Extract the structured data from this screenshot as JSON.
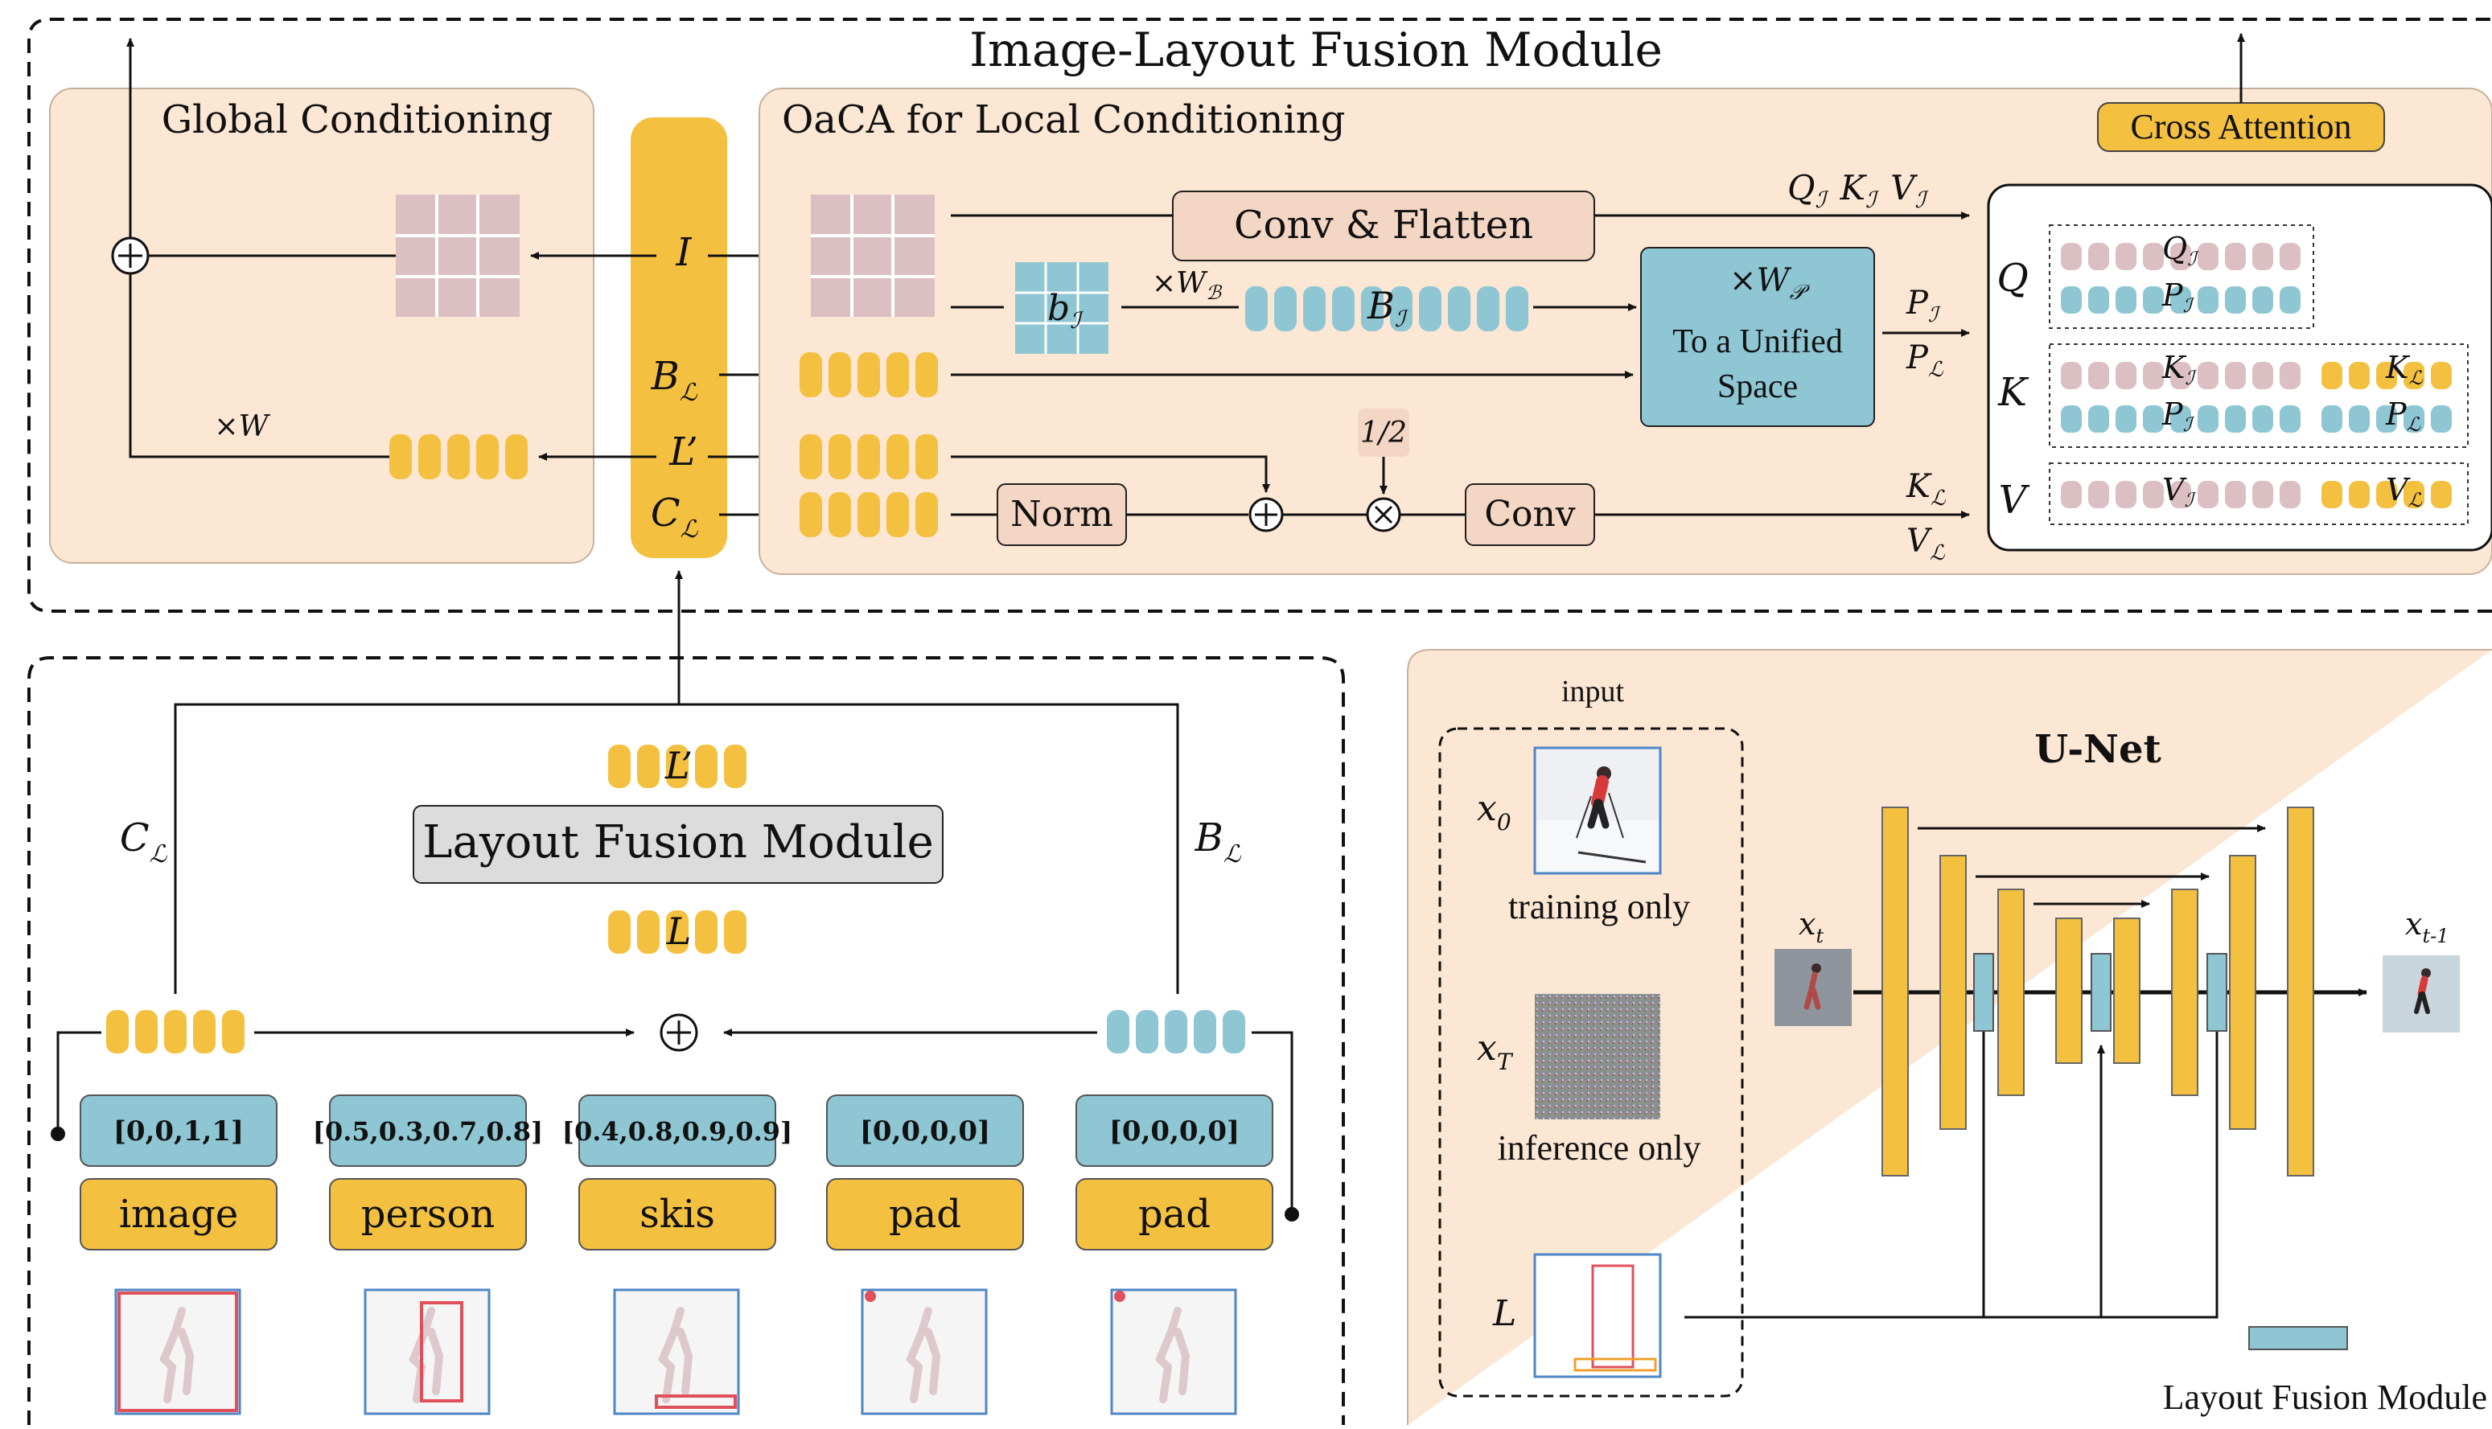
{
  "colors": {
    "yellow": "#f4c040",
    "blue": "#8ec6d4",
    "pink": "#dcbfc2",
    "panel": "#fbe7d4",
    "opbox": "#f3d6c3",
    "gray": "#dcdcdc",
    "red": "#e0505a",
    "frame_blue": "#4f86c6",
    "black": "#111111"
  },
  "top": {
    "title": "Image-Layout Fusion Module",
    "global_title": "Global Conditioning",
    "oaca_title": "OaCA for Local Conditioning",
    "cross_attention": "Cross Attention",
    "conv_flatten": "Conv & Flatten",
    "unified_weight": "×W",
    "unified_weight_sub": "𝒫",
    "unified_line1": "To a Unified",
    "unified_line2": "Space",
    "norm": "Norm",
    "conv": "Conv",
    "half": "1/2",
    "times_W": "×W",
    "times_WB": "×W",
    "times_WB_sub": "ℬ",
    "center": {
      "I": "I",
      "B": "B",
      "B_sub": "ℒ",
      "L_prime": "L’",
      "C": "C",
      "C_sub": "ℒ"
    },
    "b_small": "b",
    "b_small_sub": "ℐ",
    "B_I": "B",
    "B_I_sub": "ℐ",
    "qkv_top": {
      "Q": "Q",
      "Q_sub": "ℐ",
      "K": "K",
      "K_sub": "ℐ",
      "V": "V",
      "V_sub": "ℐ"
    },
    "p_out": {
      "P1": "P",
      "P1_sub": "ℐ",
      "P2": "P",
      "P2_sub": "ℒ"
    },
    "kv_out": {
      "K": "K",
      "K_sub": "ℒ",
      "V": "V",
      "V_sub": "ℒ"
    },
    "attn_rows": {
      "Q": "Q",
      "K": "K",
      "V": "V",
      "q_row": {
        "a": "Q",
        "a_sub": "ℐ",
        "b": "P",
        "b_sub": "ℐ"
      },
      "k_row": {
        "a": "K",
        "a_sub": "ℐ",
        "b": "P",
        "b_sub": "ℐ",
        "c": "K",
        "c_sub": "ℒ",
        "d": "P",
        "d_sub": "ℒ"
      },
      "v_row": {
        "a": "V",
        "a_sub": "ℐ",
        "c": "V",
        "c_sub": "ℒ"
      }
    }
  },
  "bottom_left": {
    "layout_fusion": "Layout Fusion Module",
    "L_prime": "L’",
    "L": "L",
    "C_label": "C",
    "C_sub": "ℒ",
    "B_label": "B",
    "B_sub": "ℒ",
    "boxes": [
      "[0,0,1,1]",
      "[0.5,0.3,0.7,0.8]",
      "[0.4,0.8,0.9,0.9]",
      "[0,0,0,0]",
      "[0,0,0,0]"
    ],
    "categories": [
      "image",
      "person",
      "skis",
      "pad",
      "pad"
    ]
  },
  "bottom_right": {
    "input": "input",
    "unet": "U-Net",
    "x0": "x",
    "x0_sub": "0",
    "training_only": "training only",
    "xT": "x",
    "xT_sub": "T",
    "inference_only": "inference only",
    "L": "L",
    "xt": "x",
    "xt_sub": "t",
    "xt1": "x",
    "xt1_sub": "t-1",
    "legend": "Layout Fusion Module"
  }
}
